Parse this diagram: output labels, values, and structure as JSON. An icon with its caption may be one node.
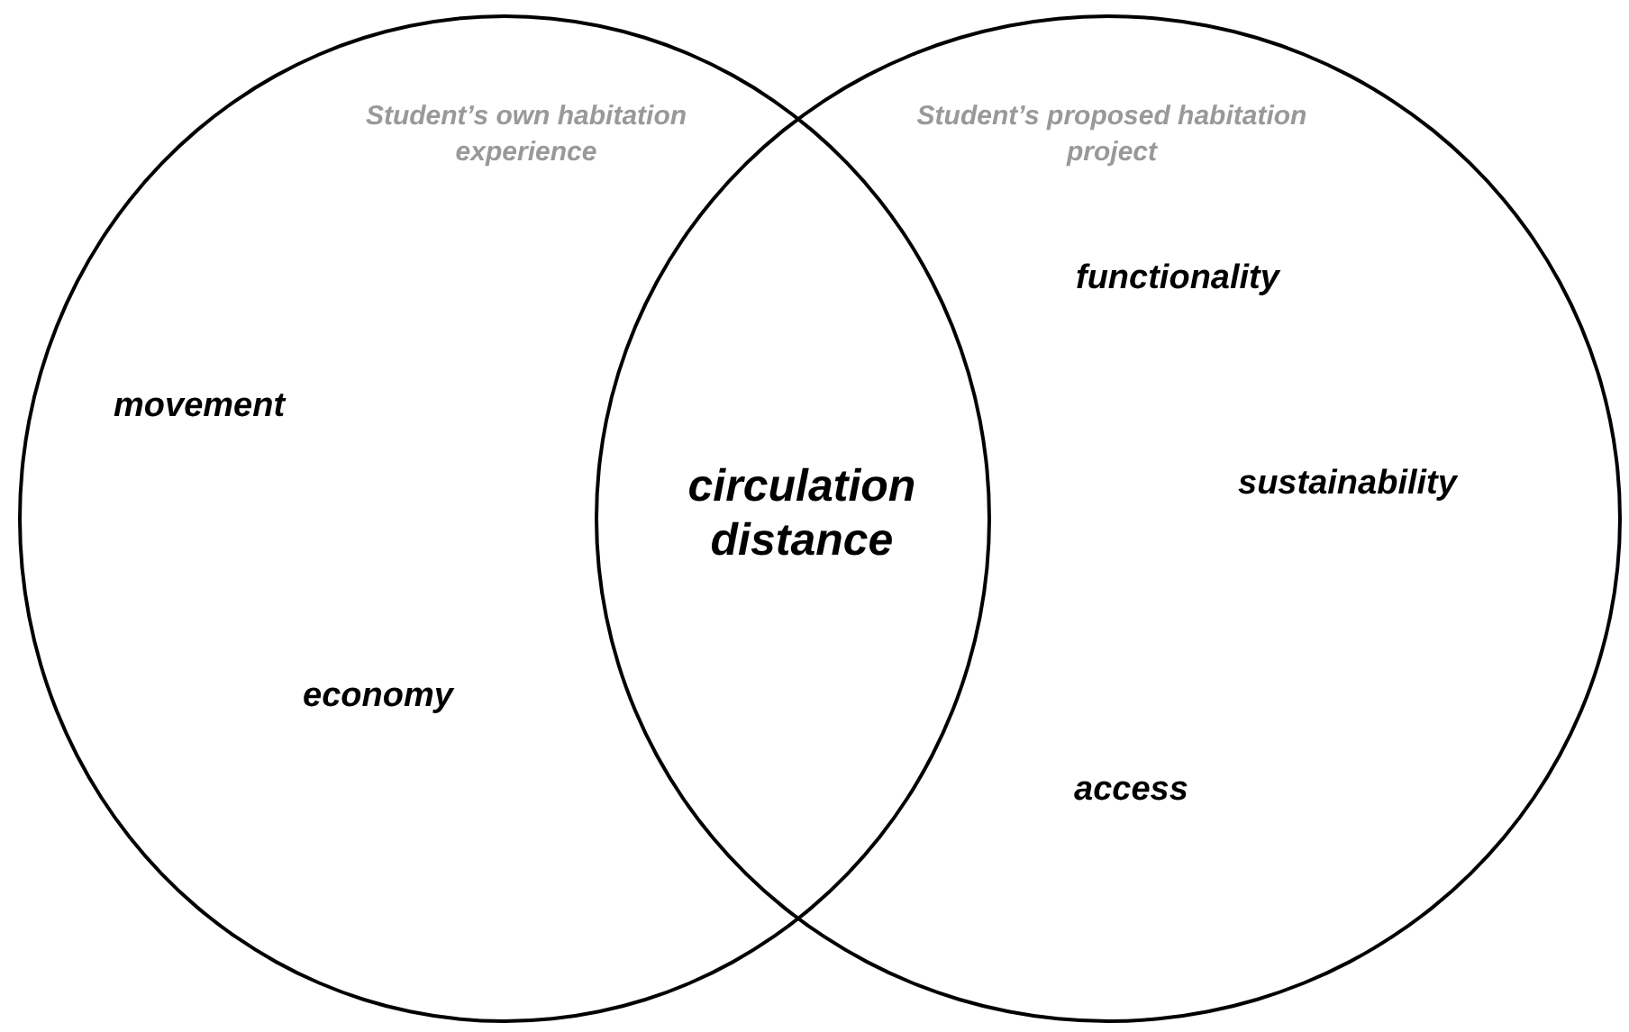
{
  "diagram": {
    "nodes": [
      {
        "text": [
          "Student’s own habitation experience"
        ]
      },
      {
        "text": [
          "Student’s proposed habitation project"
        ]
      }
    ],
    "labels": [
      "functionality",
      "movement",
      "circulation distance",
      "sustainability",
      "economy",
      "access"
    ]
  }
}
